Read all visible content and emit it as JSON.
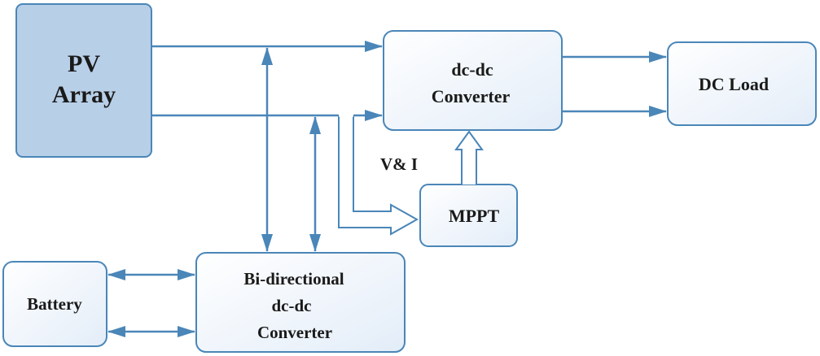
{
  "colors": {
    "line": "#4a86b8",
    "box_border": "#4a86b8",
    "pv_fill": "#b8cfe8",
    "box_fill_light": "#ffffff",
    "box_fill_tint": "#e6eff9",
    "text": "#1a1a1a"
  },
  "blocks": {
    "pv_array": {
      "line1": "PV",
      "line2": "Array"
    },
    "dcdc_converter": {
      "line1": "dc-dc",
      "line2": "Converter"
    },
    "dc_load": {
      "label": "DC Load"
    },
    "mppt": {
      "label": "MPPT"
    },
    "battery": {
      "label": "Battery"
    },
    "bidirectional_converter": {
      "line1": "Bi-directional",
      "line2": "dc-dc",
      "line3": "Converter"
    }
  },
  "signal_label": "V& I"
}
